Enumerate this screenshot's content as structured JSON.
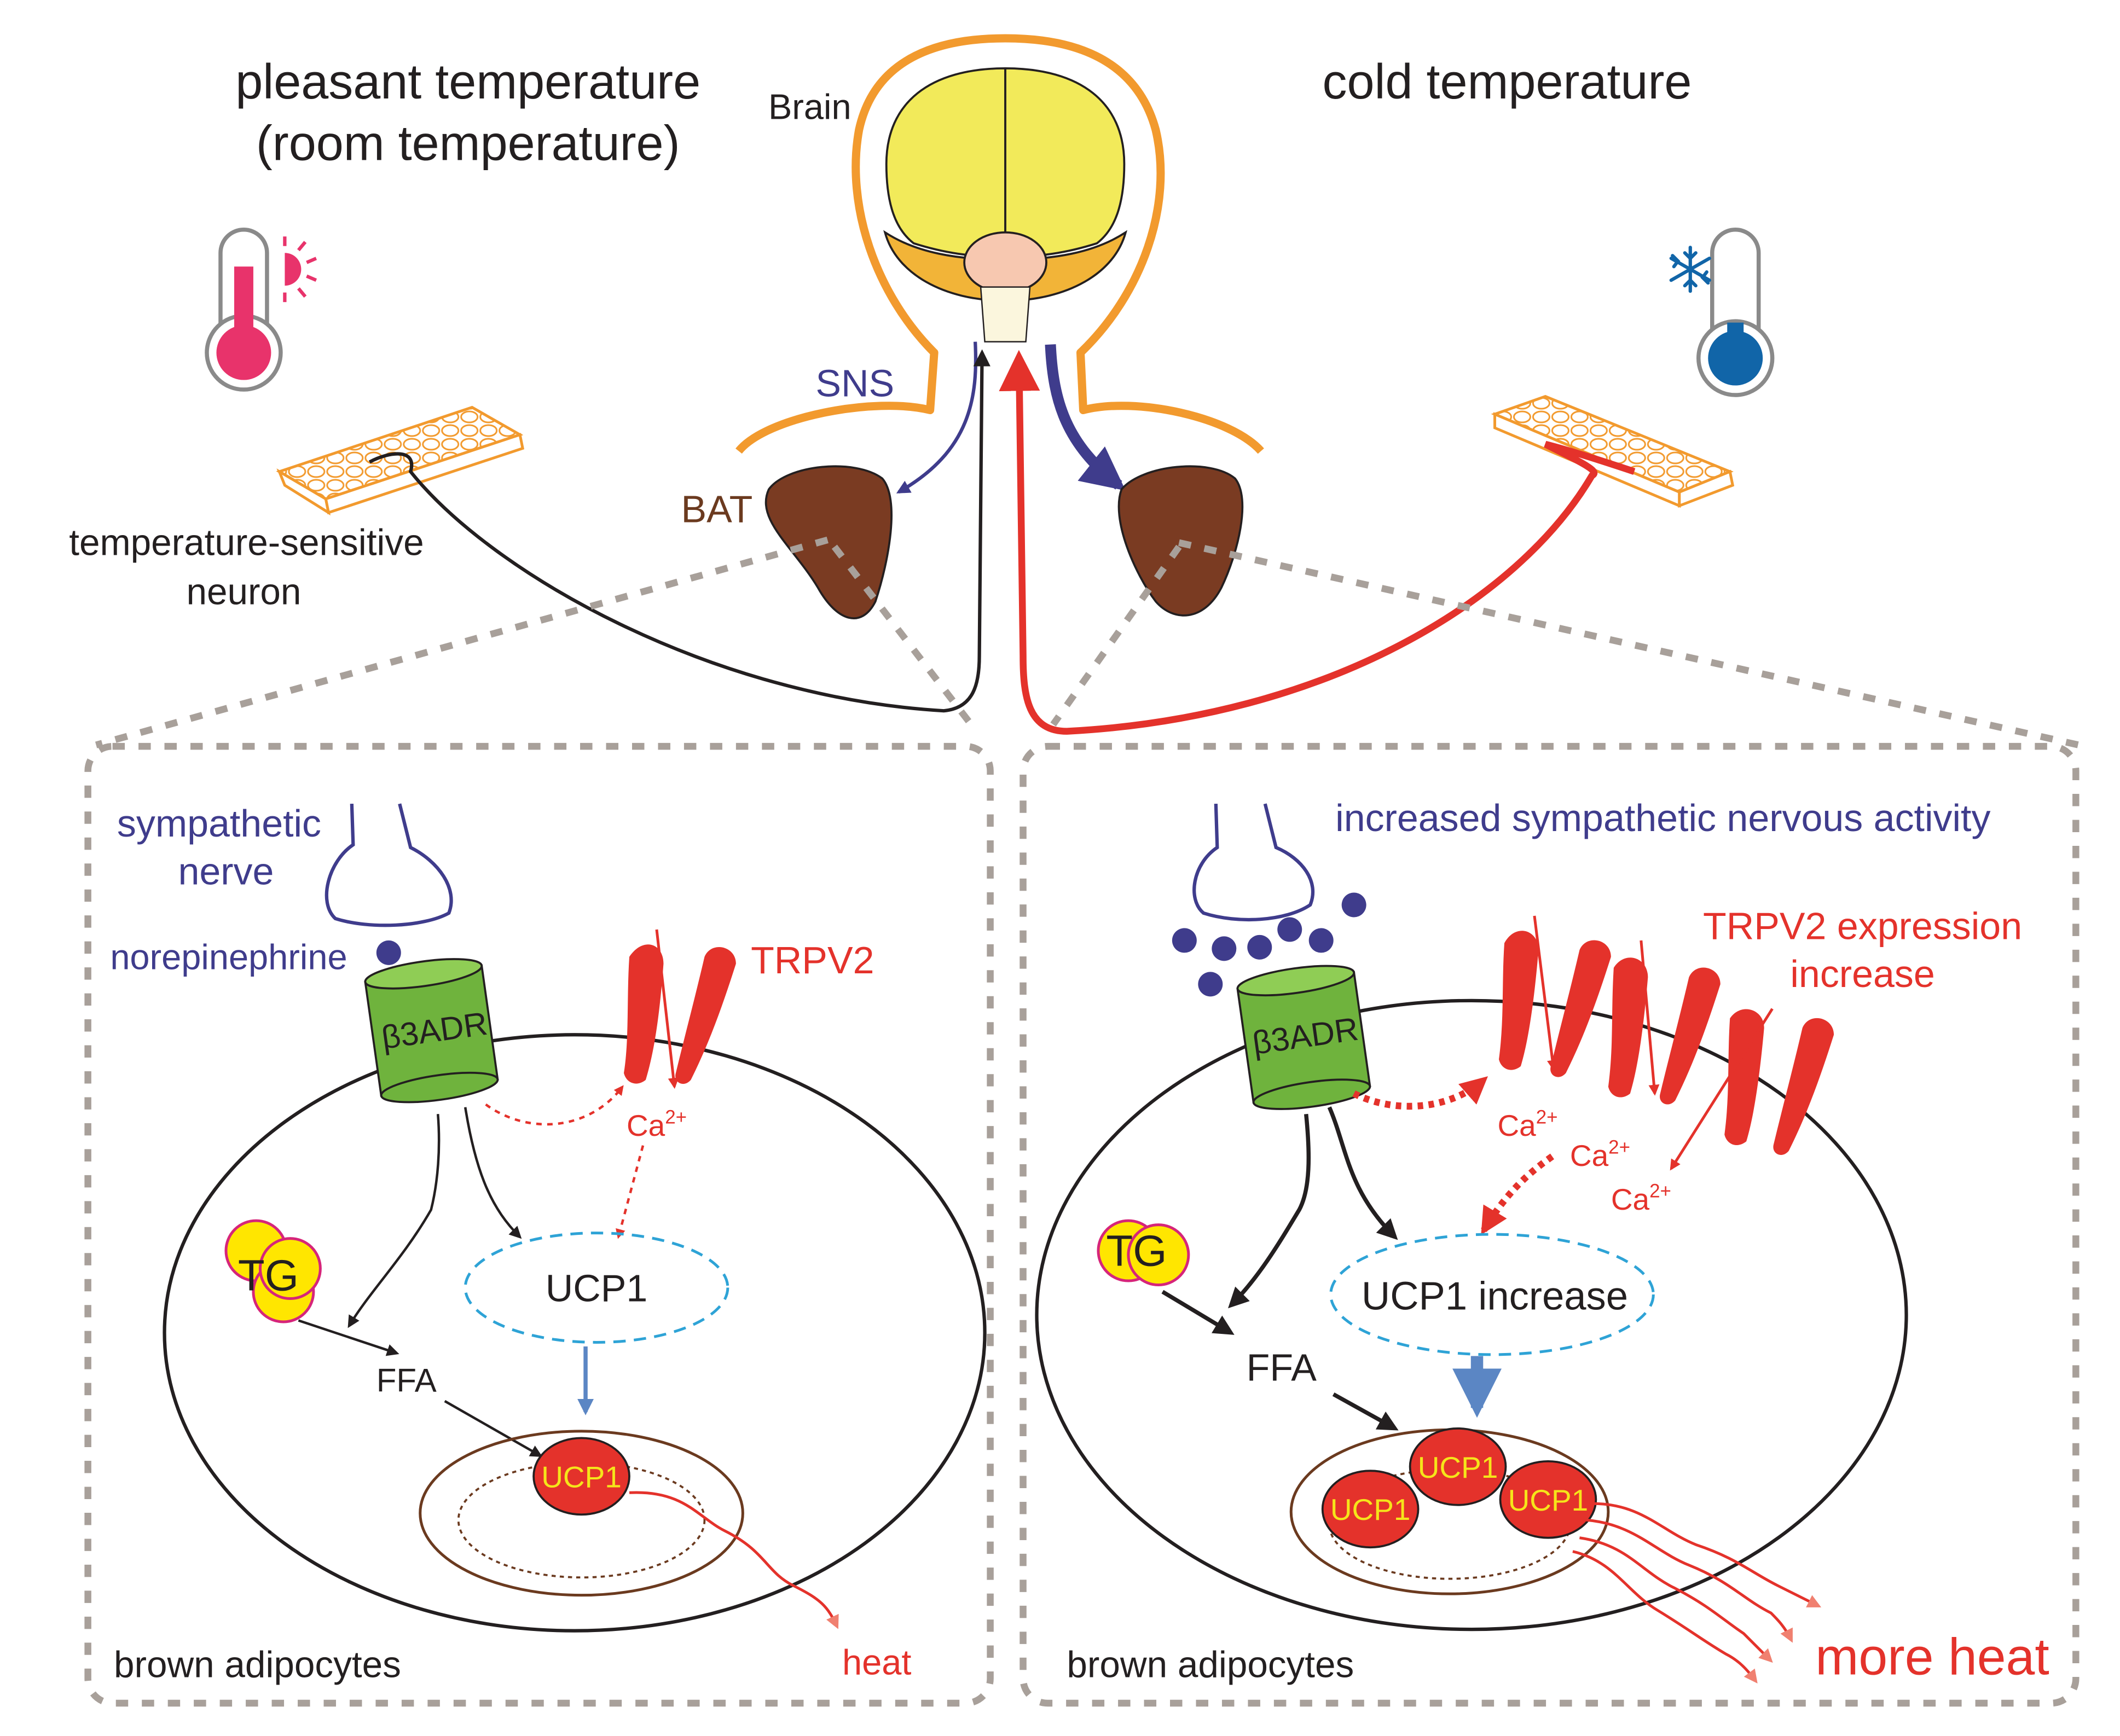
{
  "colors": {
    "red": "#e4322b",
    "navy": "#3f3c8c",
    "orange": "#f29a2e",
    "brain_yellow": "#f2ea5a",
    "bat_brown": "#7a3b22",
    "receptor_green": "#6fb33d",
    "tg_yellow": "#ffe600",
    "ucp_blue": "#2ea3d6",
    "arrow_blue": "#5b86c4",
    "dashed_gray": "#a8a09a",
    "thermo_warm": "#e8336b",
    "thermo_cold": "#1165a8"
  },
  "icons": [
    "warm-thermometer-icon",
    "cold-thermometer-icon",
    "sun-icon",
    "snowflake-icon"
  ],
  "top": {
    "left_heading_1": "pleasant temperature",
    "left_heading_2": "(room temperature)",
    "right_heading": "cold temperature",
    "brain_label": "Brain",
    "sns_label": "SNS",
    "bat_label": "BAT",
    "neuron_label_1": "temperature-sensitive",
    "neuron_label_2": "neuron"
  },
  "left_panel": {
    "nerve_label_1": "sympathetic",
    "nerve_label_2": "nerve",
    "ne_label": "norepinephrine",
    "receptor_label": "β3ADR",
    "trpv2_label": "TRPV2",
    "ca_label": "Ca",
    "ca_sup": "2+",
    "tg_label": "TG",
    "ucp1_label": "UCP1",
    "ffa_label": "FFA",
    "mito_ucp1_label": "UCP1",
    "heat_label": "heat",
    "cell_label": "brown adipocytes"
  },
  "right_panel": {
    "nerve_label": "increased sympathetic nervous activity",
    "receptor_label": "β3ADR",
    "trpv2_label_1": "TRPV2 expression",
    "trpv2_label_2": "increase",
    "ca_label": "Ca",
    "ca_sup": "2+",
    "tg_label": "TG",
    "ucp1_label": "UCP1 increase",
    "ffa_label": "FFA",
    "mito_ucp1_label": "UCP1",
    "heat_label": "more heat",
    "cell_label": "brown adipocytes"
  }
}
